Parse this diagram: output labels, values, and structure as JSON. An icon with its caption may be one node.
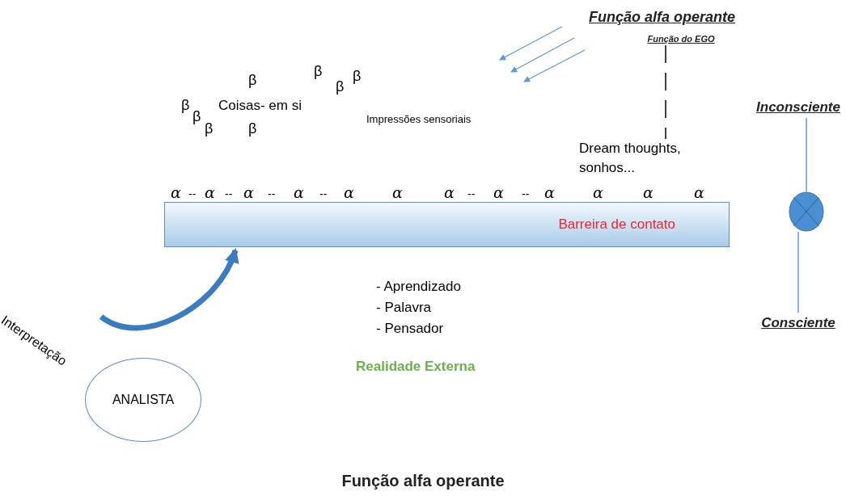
{
  "diagram": {
    "caption": "Função alfa operante",
    "nodes": [
      {
        "text": [
          "Barreira de contato"
        ]
      },
      {
        "text": [
          "ANALISTA"
        ]
      },
      {
        "text": [
          "Inconsciente"
        ]
      },
      {
        "text": [],
        "shape": "circle"
      },
      {
        "text": [
          "Consciente"
        ]
      },
      {
        "text": [
          "Função do EGO"
        ]
      },
      {
        "text": [
          "Dream thoughts, sonhos..."
        ]
      }
    ],
    "edges": [
      {
        "from": null,
        "to": 0,
        "arrow": "to",
        "style": "thick",
        "color": "#3b7cc0"
      },
      {
        "from": 2,
        "to": 3,
        "arrow": "none"
      },
      {
        "from": 3,
        "to": 4,
        "arrow": "none"
      },
      {
        "from": 5,
        "to": 6,
        "arrow": "none",
        "style": "dashed",
        "color": "#000000"
      }
    ],
    "labels": [
      "Função alfa operante",
      "β",
      "β",
      "β",
      "β",
      "β",
      "β",
      "β",
      "β",
      "Coisas- em si",
      "Impressões sensoriais",
      "α",
      "--",
      "α",
      "--",
      "α",
      "--",
      "α",
      "--",
      "α",
      "α",
      "α",
      "--",
      "α",
      "--",
      "α",
      "α",
      "α",
      "α",
      "Interpretação",
      "- Aprendizado",
      "- Palavra",
      "- Pensador",
      "Realidade Externa"
    ]
  }
}
